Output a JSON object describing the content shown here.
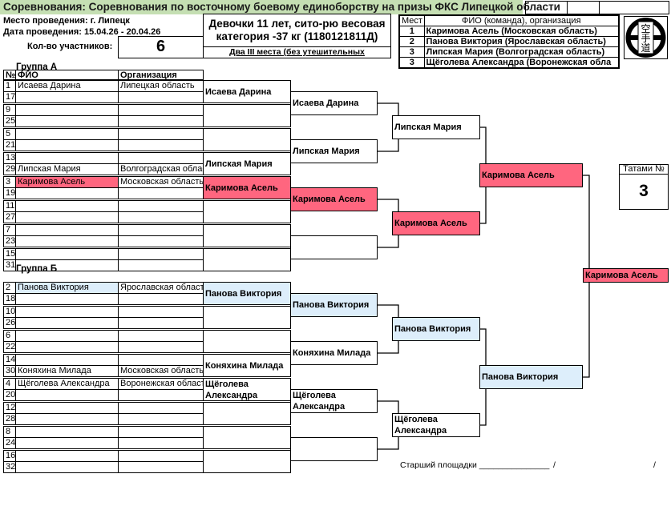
{
  "header": {
    "title": "Соревнования: Соревнования по восточному боевому единоборству на призы ФКС Липецкой области",
    "venue": "Место проведения: г. Липецк",
    "dates": "Дата проведения: 15.04.26 - 20.04.26",
    "participants_label": "Кол-во участников:",
    "participants_count": "6",
    "category": "Девочки 11 лет, сито-рю весовая категория -37 кг (1180121811Д)",
    "third_place_note": "Два III места (без утешительных"
  },
  "results": {
    "col_place": "Мест",
    "col_name": "ФИО (команда), организация",
    "rows": [
      {
        "place": "1",
        "name": "Каримова Асель  (Московская область)"
      },
      {
        "place": "2",
        "name": "Панова Виктория  (Ярославская область)"
      },
      {
        "place": "3",
        "name": "Липская Мария  (Волгоградская область)"
      },
      {
        "place": "3",
        "name": "Щёголева Александра  (Воронежская обла"
      }
    ]
  },
  "logo": {
    "text": "空手道"
  },
  "tatami": {
    "label": "Татами №",
    "value": "3"
  },
  "table_headers": {
    "num": "№",
    "name": "ФИО",
    "org": "Организация"
  },
  "groups": [
    {
      "label": "Группа А",
      "pairs": [
        {
          "a": {
            "n": "1",
            "name": "Исаева Дарина",
            "org": "Липецкая область"
          },
          "b": {
            "n": "17",
            "name": "",
            "org": ""
          }
        },
        {
          "a": {
            "n": "9",
            "name": "",
            "org": ""
          },
          "b": {
            "n": "25",
            "name": "",
            "org": ""
          }
        },
        {
          "a": {
            "n": "5",
            "name": "",
            "org": ""
          },
          "b": {
            "n": "21",
            "name": "",
            "org": ""
          }
        },
        {
          "a": {
            "n": "13",
            "name": "",
            "org": ""
          },
          "b": {
            "n": "29",
            "name": "Липская Мария",
            "org": "Волгоградская облас"
          }
        },
        {
          "a": {
            "n": "3",
            "name": "Каримова Асель",
            "org": "Московская область",
            "hl": "pink"
          },
          "b": {
            "n": "19",
            "name": "",
            "org": ""
          }
        },
        {
          "a": {
            "n": "11",
            "name": "",
            "org": ""
          },
          "b": {
            "n": "27",
            "name": "",
            "org": ""
          }
        },
        {
          "a": {
            "n": "7",
            "name": "",
            "org": ""
          },
          "b": {
            "n": "23",
            "name": "",
            "org": ""
          }
        },
        {
          "a": {
            "n": "15",
            "name": "",
            "org": ""
          },
          "b": {
            "n": "31",
            "name": "",
            "org": ""
          }
        }
      ],
      "r1": [
        {
          "name": "Исаева Дарина"
        },
        {
          "name": ""
        },
        {
          "name": ""
        },
        {
          "name": "Липская Мария"
        },
        {
          "name": "Каримова Асель",
          "hl": "pink"
        },
        {
          "name": ""
        },
        {
          "name": ""
        },
        {
          "name": ""
        }
      ],
      "r2": [
        {
          "name": "Исаева Дарина"
        },
        {
          "name": "Липская Мария"
        },
        {
          "name": "Каримова Асель",
          "hl": "pink"
        },
        {
          "name": ""
        }
      ],
      "r3": [
        {
          "name": "Липская Мария"
        },
        {
          "name": "Каримова Асель",
          "hl": "pink"
        }
      ],
      "r4": [
        {
          "name": "Каримова Асель",
          "hl": "pink"
        }
      ]
    },
    {
      "label": "Группа Б",
      "pairs": [
        {
          "a": {
            "n": "2",
            "name": "Панова Виктория",
            "org": "Ярославская област",
            "hl": "blue"
          },
          "b": {
            "n": "18",
            "name": "",
            "org": ""
          }
        },
        {
          "a": {
            "n": "10",
            "name": "",
            "org": ""
          },
          "b": {
            "n": "26",
            "name": "",
            "org": ""
          }
        },
        {
          "a": {
            "n": "6",
            "name": "",
            "org": ""
          },
          "b": {
            "n": "22",
            "name": "",
            "org": ""
          }
        },
        {
          "a": {
            "n": "14",
            "name": "",
            "org": ""
          },
          "b": {
            "n": "30",
            "name": "Коняхина Милада",
            "org": "Московская область"
          }
        },
        {
          "a": {
            "n": "4",
            "name": "Щёголева Александра",
            "org": "Воронежская област"
          },
          "b": {
            "n": "20",
            "name": "",
            "org": ""
          }
        },
        {
          "a": {
            "n": "12",
            "name": "",
            "org": ""
          },
          "b": {
            "n": "28",
            "name": "",
            "org": ""
          }
        },
        {
          "a": {
            "n": "8",
            "name": "",
            "org": ""
          },
          "b": {
            "n": "24",
            "name": "",
            "org": ""
          }
        },
        {
          "a": {
            "n": "16",
            "name": "",
            "org": ""
          },
          "b": {
            "n": "32",
            "name": "",
            "org": ""
          }
        }
      ],
      "r1": [
        {
          "name": "Панова Виктория",
          "hl": "blue"
        },
        {
          "name": ""
        },
        {
          "name": ""
        },
        {
          "name": "Коняхина Милада"
        },
        {
          "name": "Щёголева Александра"
        },
        {
          "name": ""
        },
        {
          "name": ""
        },
        {
          "name": ""
        }
      ],
      "r2": [
        {
          "name": "Панова Виктория",
          "hl": "blue"
        },
        {
          "name": "Коняхина Милада"
        },
        {
          "name": "Щёголева Александра"
        },
        {
          "name": ""
        }
      ],
      "r3": [
        {
          "name": "Панова Виктория",
          "hl": "blue"
        },
        {
          "name": "Щёголева Александра"
        }
      ],
      "r4": [
        {
          "name": "Панова Виктория",
          "hl": "blue"
        }
      ]
    }
  ],
  "final": {
    "name": "Каримова Асель",
    "hl": "pink"
  },
  "footer": {
    "label": "Старший площадки _______________",
    "sep1": "/",
    "sep2": "/"
  },
  "colors": {
    "pink": "#ff667f",
    "blue": "#ddeefb",
    "title_bg": "#c5dfb3"
  }
}
